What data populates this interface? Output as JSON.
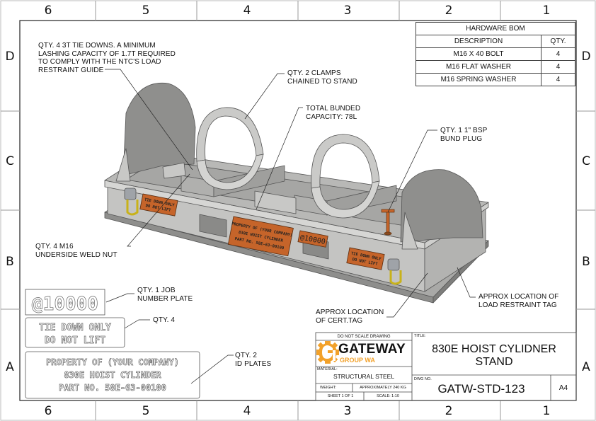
{
  "zones": {
    "columns": [
      "6",
      "5",
      "4",
      "3",
      "2",
      "1"
    ],
    "rows": [
      "D",
      "C",
      "B",
      "A"
    ]
  },
  "bom": {
    "title": "HARDWARE BOM",
    "headers": [
      "DESCRIPTION",
      "QTY."
    ],
    "rows": [
      {
        "description": "M16 X 40 BOLT",
        "qty": "4"
      },
      {
        "description": "M16 FLAT WASHER",
        "qty": "4"
      },
      {
        "description": "M16 SPRING WASHER",
        "qty": "4"
      }
    ]
  },
  "notes": {
    "tie_downs": [
      "QTY. 4 3T TIE DOWNS. A MINIMUM",
      "LASHING CAPACITY OF 1.7T REQUIRED",
      "TO COMPLY WITH THE NTC'S LOAD",
      "RESTRAINT GUIDE"
    ],
    "clamps": [
      "QTY. 2 CLAMPS",
      "CHAINED TO STAND"
    ],
    "bunded": [
      "TOTAL BUNDED",
      "CAPACITY: 78L"
    ],
    "bsp_plug": [
      "QTY. 1 1\" BSP",
      "BUND PLUG"
    ],
    "weld_nut": [
      "QTY. 4 M16",
      "UNDERSIDE WELD NUT"
    ],
    "job_plate": [
      "QTY. 1 JOB",
      "NUMBER PLATE"
    ],
    "tiedown_plate": [
      "QTY. 4"
    ],
    "id_plates": [
      "QTY. 2",
      "ID PLATES"
    ],
    "cert_tag": [
      "APPROX LOCATION",
      "OF CERT.TAG"
    ],
    "restraint_tag": [
      "APPROX LOCATION OF",
      "LOAD RESTRAINT TAG"
    ]
  },
  "plates": {
    "job_number": "@10000",
    "tie_down": [
      "TIE DOWN ONLY",
      "DO NOT LIFT"
    ],
    "id_plate": [
      "PROPERTY OF (YOUR COMPANY)",
      "830E HOIST CYLINDER",
      "PART NO. 58E-63-00100"
    ]
  },
  "model_decals": {
    "tie_down": [
      "TIE DOWN ONLY",
      "DO NOT LIFT"
    ],
    "id_plate": [
      "PROPERTY OF (YOUR COMPANY)",
      "830E HOIST CYLINDER",
      "PART NO. 58E-63-00100"
    ],
    "job_number": "@10000"
  },
  "title_block": {
    "do_not_scale": "DO NOT SCALE DRAWING",
    "company": "GATEWAY",
    "company_sub": "GROUP WA",
    "material_label": "MATERIAL:",
    "material": "STRUCTURAL STEEL",
    "weight_label": "WEIGHT:",
    "weight": "APPROXIMATELY 240 KG",
    "sheet": "SHEET 1 OF 1",
    "scale": "SCALE: 1:10",
    "title_label": "TITLE:",
    "title": [
      "830E HOIST CYLIDNER",
      "STAND"
    ],
    "dwg_label": "DWG NO.",
    "dwg_no": "GATW-STD-123",
    "size": "A4"
  },
  "colors": {
    "brand_orange": "#F2A12A",
    "decal_orange": "#C5642A",
    "steel": "#BDBDBB",
    "steel_dark": "#8E8E8C",
    "steel_light": "#D8D8D6"
  }
}
